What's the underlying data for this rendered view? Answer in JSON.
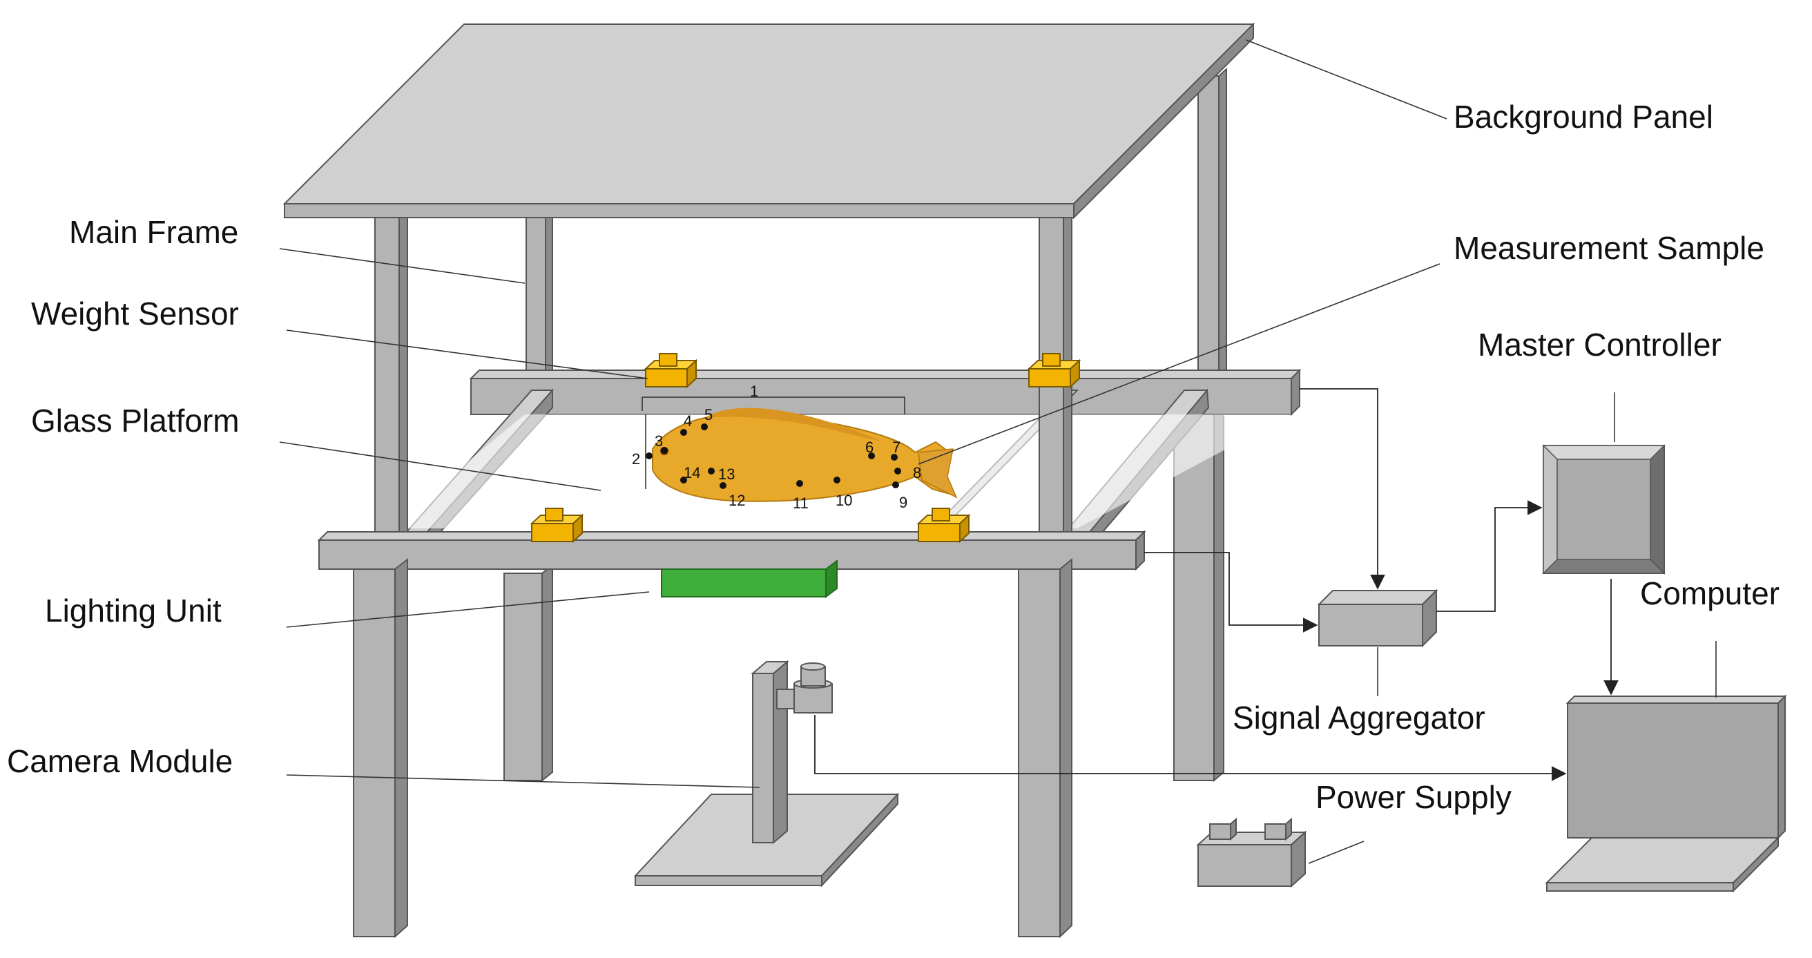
{
  "labels": {
    "background_panel": "Background Panel",
    "main_frame": "Main Frame",
    "measurement_sample": "Measurement Sample",
    "weight_sensor": "Weight Sensor",
    "master_controller": "Master Controller",
    "glass_platform": "Glass Platform",
    "computer": "Computer",
    "lighting_unit": "Lighting Unit",
    "signal_aggregator": "Signal Aggregator",
    "camera_module": "Camera Module",
    "power_supply": "Power Supply"
  },
  "landmarks": [
    "1",
    "2",
    "3",
    "4",
    "5",
    "6",
    "7",
    "8",
    "9",
    "10",
    "11",
    "12",
    "13",
    "14"
  ],
  "colors": {
    "frame_gray": "#b4b4b4",
    "sensor_yellow": "#f2b400",
    "lighting_green": "#3fae3a",
    "fish_body": "#e8a82a"
  }
}
